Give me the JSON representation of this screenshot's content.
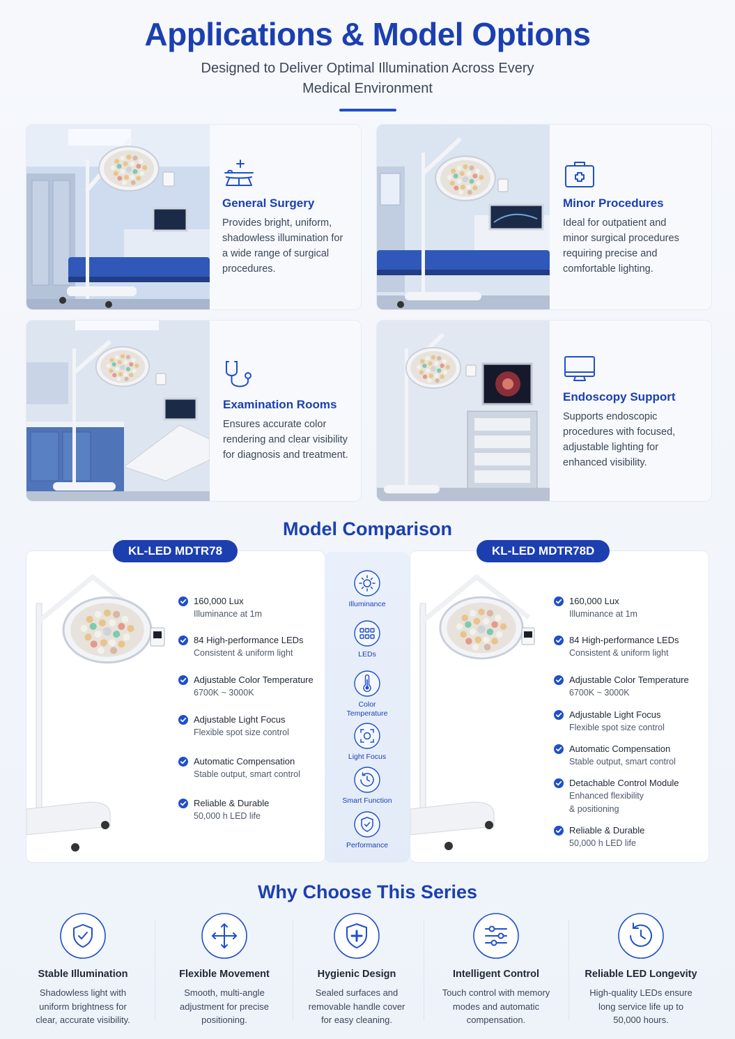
{
  "header": {
    "title": "Applications & Model Options",
    "subtitle": "Designed to Deliver Optimal Illumination Across Every Medical Environment"
  },
  "applications": [
    {
      "icon": "surgical-table-icon",
      "title": "General Surgery",
      "desc": "Provides bright, uniform, shadowless illumination for a wide range of surgical procedures."
    },
    {
      "icon": "medical-kit-icon",
      "title": "Minor Procedures",
      "desc": "Ideal for outpatient and minor surgical procedures requiring precise and comfortable lighting."
    },
    {
      "icon": "stethoscope-icon",
      "title": "Examination Rooms",
      "desc": "Ensures accurate color rendering and clear visibility for diagnosis and treatment."
    },
    {
      "icon": "monitor-icon",
      "title": "Endoscopy Support",
      "desc": "Supports endoscopic procedures with focused, adjustable lighting for enhanced visibility."
    }
  ],
  "comparison": {
    "title": "Model Comparison",
    "models": [
      {
        "name": "KL-LED MDTR78",
        "features": [
          {
            "title": "160,000 Lux",
            "sub": "Illuminance at 1m"
          },
          {
            "title": "84 High-performance LEDs",
            "sub": "Consistent & uniform light"
          },
          {
            "title": "Adjustable Color Temperature",
            "sub": "6700K ~ 3000K"
          },
          {
            "title": "Adjustable Light Focus",
            "sub": "Flexible spot size control"
          },
          {
            "title": "Automatic Compensation",
            "sub": "Stable output, smart control"
          },
          {
            "title": "Reliable & Durable",
            "sub": "50,000 h LED life"
          }
        ]
      },
      {
        "name": "KL-LED MDTR78D",
        "features": [
          {
            "title": "160,000 Lux",
            "sub": "Illuminance at 1m"
          },
          {
            "title": "84 High-performance LEDs",
            "sub": "Consistent & uniform light"
          },
          {
            "title": "Adjustable Color Temperature",
            "sub": "6700K ~ 3000K"
          },
          {
            "title": "Adjustable Light Focus",
            "sub": "Flexible spot size control"
          },
          {
            "title": "Automatic Compensation",
            "sub": "Stable output, smart control"
          },
          {
            "title": "Detachable Control Module",
            "sub": "Enhanced flexibility",
            "sub2": "& positioning"
          },
          {
            "title": "Reliable & Durable",
            "sub": "50,000 h LED life"
          }
        ]
      }
    ],
    "categories": [
      {
        "icon": "sun-icon",
        "label": "Illuminance"
      },
      {
        "icon": "led-grid-icon",
        "label": "LEDs"
      },
      {
        "icon": "thermometer-icon",
        "label": "Color",
        "label2": "Temperature"
      },
      {
        "icon": "focus-icon",
        "label": "Light Focus"
      },
      {
        "icon": "clock-icon",
        "label": "Smart Function"
      },
      {
        "icon": "shield-check-icon",
        "label": "Performance"
      }
    ]
  },
  "why": {
    "title": "Why Choose This Series",
    "items": [
      {
        "icon": "shield-check-icon",
        "title": "Stable Illumination",
        "lines": [
          "Shadowless light with",
          "uniform brightness for",
          "clear, accurate visibility."
        ]
      },
      {
        "icon": "move-arrows-icon",
        "title": "Flexible Movement",
        "lines": [
          "Smooth, multi-angle",
          "adjustment for precise",
          "positioning."
        ]
      },
      {
        "icon": "shield-plus-icon",
        "title": "Hygienic Design",
        "lines": [
          "Sealed surfaces and",
          "removable handle cover",
          "for easy cleaning."
        ]
      },
      {
        "icon": "sliders-icon",
        "title": "Intelligent Control",
        "lines": [
          "Touch control with memory",
          "modes and automatic",
          "compensation."
        ]
      },
      {
        "icon": "clock-refresh-icon",
        "title": "Reliable LED Longevity",
        "lines": [
          "High-quality LEDs ensure",
          "long service life up to",
          "50,000 hours."
        ]
      }
    ]
  },
  "colors": {
    "primary": "#1c3fb0",
    "accent": "#1f4fc9",
    "text": "#2c3444"
  }
}
